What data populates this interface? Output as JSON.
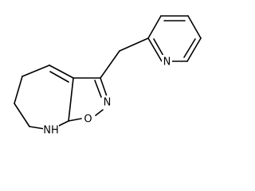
{
  "atom_labels": {
    "pyridine_n": "N",
    "isoxazole_n": "N",
    "isoxazole_o": "O",
    "amine_nh": "NH"
  }
}
